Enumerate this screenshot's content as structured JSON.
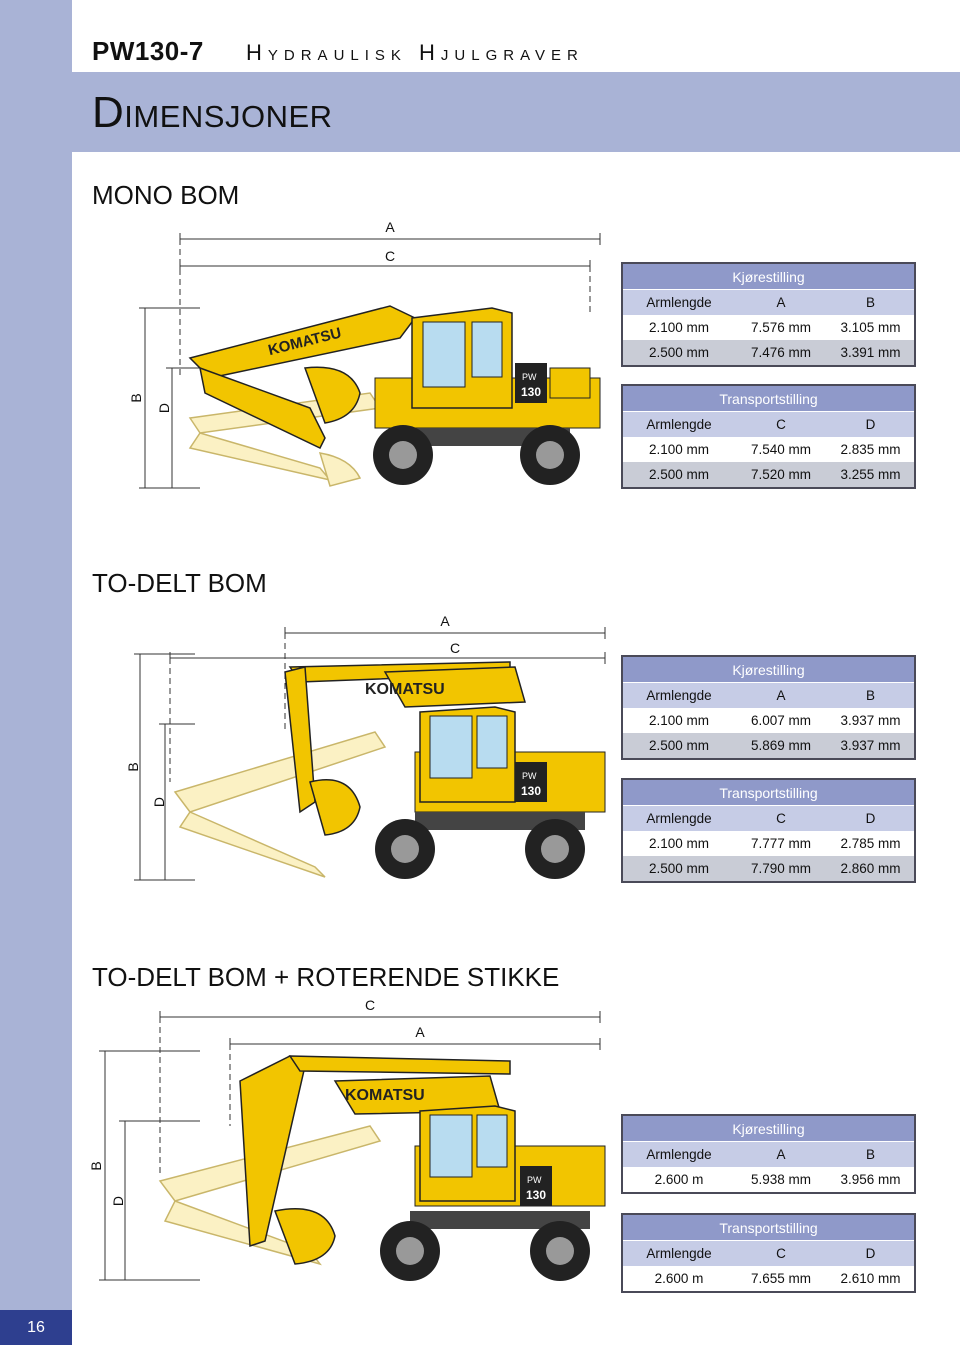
{
  "header": {
    "model": "PW130-7",
    "subtitle": "Hydraulisk Hjulgraver",
    "title": "Dimensjoner"
  },
  "page_number": "16",
  "colors": {
    "accent_band": "#a9b3d6",
    "table_caption": "#8f99c9",
    "table_header": "#c6cce6",
    "row_alt": "#c9ccd6",
    "machine_yellow": "#f2c500",
    "page_number_bg": "#2e3f8f"
  },
  "sections": [
    {
      "title": "MONO BOM",
      "labels": {
        "a": "A",
        "c": "C",
        "b": "B",
        "d": "D"
      },
      "brand": "KOMATSU",
      "badge_top": "PW",
      "badge_bottom": "130",
      "tables": [
        {
          "caption": "Kjørestilling",
          "headers": [
            "Armlengde",
            "A",
            "B"
          ],
          "rows": [
            [
              "2.100 mm",
              "7.576 mm",
              "3.105 mm"
            ],
            [
              "2.500 mm",
              "7.476 mm",
              "3.391 mm"
            ]
          ]
        },
        {
          "caption": "Transportstilling",
          "headers": [
            "Armlengde",
            "C",
            "D"
          ],
          "rows": [
            [
              "2.100 mm",
              "7.540 mm",
              "2.835 mm"
            ],
            [
              "2.500 mm",
              "7.520 mm",
              "3.255 mm"
            ]
          ]
        }
      ]
    },
    {
      "title": "TO-DELT BOM",
      "labels": {
        "a": "A",
        "c": "C",
        "b": "B",
        "d": "D"
      },
      "brand": "KOMATSU",
      "badge_top": "PW",
      "badge_bottom": "130",
      "tables": [
        {
          "caption": "Kjørestilling",
          "headers": [
            "Armlengde",
            "A",
            "B"
          ],
          "rows": [
            [
              "2.100 mm",
              "6.007 mm",
              "3.937 mm"
            ],
            [
              "2.500 mm",
              "5.869 mm",
              "3.937 mm"
            ]
          ]
        },
        {
          "caption": "Transportstilling",
          "headers": [
            "Armlengde",
            "C",
            "D"
          ],
          "rows": [
            [
              "2.100 mm",
              "7.777 mm",
              "2.785 mm"
            ],
            [
              "2.500 mm",
              "7.790 mm",
              "2.860 mm"
            ]
          ]
        }
      ]
    },
    {
      "title": "TO-DELT BOM + ROTERENDE STIKKE",
      "labels": {
        "a": "A",
        "c": "C",
        "b": "B",
        "d": "D"
      },
      "brand": "KOMATSU",
      "badge_top": "PW",
      "badge_bottom": "130",
      "tables": [
        {
          "caption": "Kjørestilling",
          "headers": [
            "Armlengde",
            "A",
            "B"
          ],
          "rows": [
            [
              "2.600 m",
              "5.938 mm",
              "3.956 mm"
            ]
          ]
        },
        {
          "caption": "Transportstilling",
          "headers": [
            "Armlengde",
            "C",
            "D"
          ],
          "rows": [
            [
              "2.600 m",
              "7.655 mm",
              "2.610 mm"
            ]
          ]
        }
      ]
    }
  ]
}
